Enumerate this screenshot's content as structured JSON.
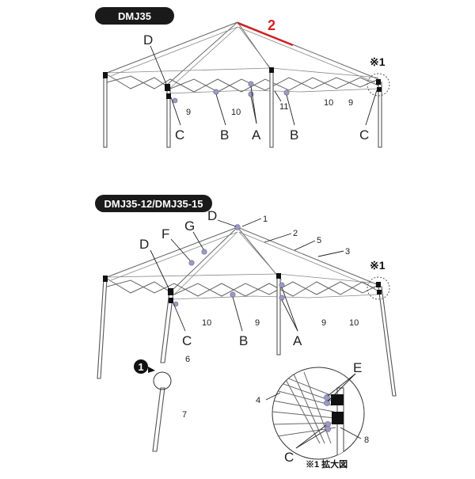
{
  "top_diagram": {
    "model": "DMJ35",
    "labels": {
      "D": "D",
      "C": "C",
      "B1": "B",
      "A": "A",
      "B2": "B",
      "C2": "C"
    },
    "numbers": {
      "p9a": "9",
      "p10a": "10",
      "p11": "11",
      "p10b": "10",
      "p9b": "9"
    },
    "highlight_part": "2",
    "highlight_color": "#d42020",
    "detail_ref": "※1"
  },
  "bottom_diagram": {
    "model": "DMJ35-12/DMJ35-15",
    "labels": {
      "D1": "D",
      "G": "G",
      "F": "F",
      "D2": "D",
      "C": "C",
      "B": "B",
      "A": "A"
    },
    "numbers": {
      "p1": "1",
      "p2": "2",
      "p5": "5",
      "p3": "3",
      "p10a": "10",
      "p9a": "9",
      "p9b": "9",
      "p10b": "10",
      "p6": "6",
      "p7": "7"
    },
    "circle_ref": "1",
    "detail_ref": "※1"
  },
  "detail_view": {
    "labels": {
      "E": "E",
      "C": "C"
    },
    "numbers": {
      "p4": "4",
      "p8": "8"
    },
    "caption": "※1 拡大図"
  }
}
